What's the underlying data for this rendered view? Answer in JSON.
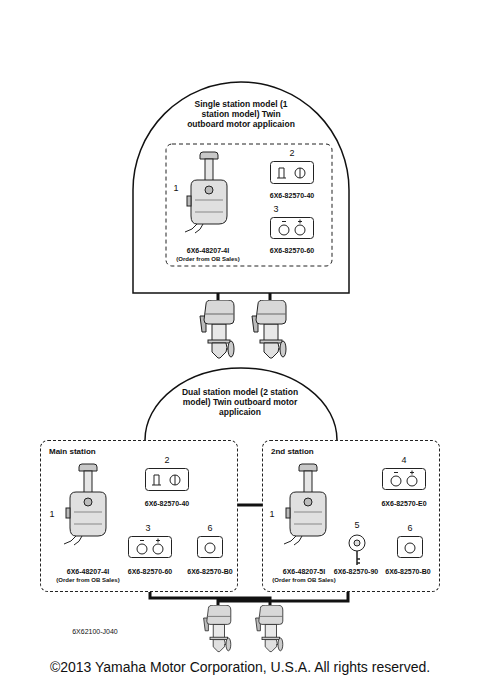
{
  "diagram": {
    "caption": "©2013 Yamaha Motor Corporation, U.S.A. All rights reserved.",
    "nodes": [
      {
        "text": [
          "Single station model (1 station model) Twin outboard motor applicaion"
        ]
      },
      {
        "text": [
          "Dual station model (2 station model) Twin outboard motor applicaion"
        ]
      },
      {
        "text": [
          "Main station"
        ],
        "in": 1
      },
      {
        "text": [
          "2nd station"
        ],
        "in": 1
      }
    ],
    "edges": [
      {
        "from": 2,
        "to": 3,
        "arrow": "none"
      }
    ],
    "labels": [
      "1",
      "6X6-48207-4I",
      "(Order from OB Sales)",
      "2",
      "6X6-82570-40",
      "3",
      "6X6-82570-60",
      "1",
      "6X6-48207-4I",
      "(Order from OB Sales)",
      "2",
      "6X6-82570-40",
      "3",
      "6X6-82570-60",
      "6",
      "6X6-82570-B0",
      "1",
      "6X6-48207-5I",
      "(Order from OB Sales)",
      "4",
      "6X6-82570-E0",
      "5",
      "6X6-82570-90",
      "6",
      "6X6-82570-B0",
      "6X62100-J040"
    ]
  }
}
